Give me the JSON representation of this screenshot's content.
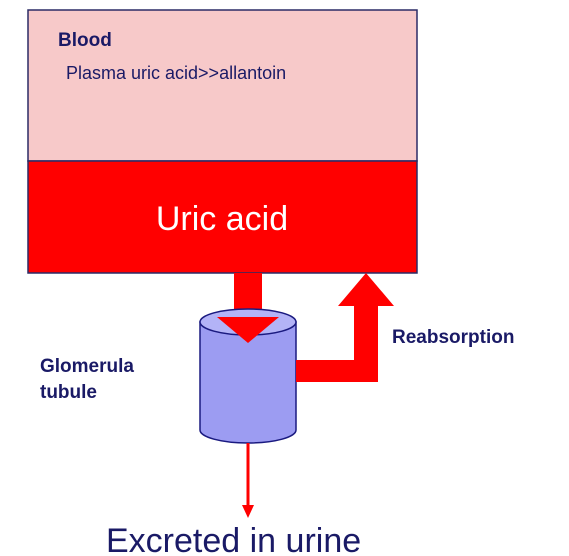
{
  "blood": {
    "title": "Blood",
    "plasma_note": "Plasma uric acid>>allantoin"
  },
  "uric_acid": {
    "label": "Uric acid"
  },
  "glomerula": {
    "line1": "Glomerula",
    "line2": "tubule"
  },
  "reabsorption": {
    "label": "Reabsorption"
  },
  "excreted": {
    "label": "Excreted in urine"
  },
  "colors": {
    "blood_bg": "#f7c9c9",
    "uric_acid_bg": "#ff0000",
    "arrow": "#ff0000",
    "cylinder_fill": "#9c9cf2",
    "cylinder_stroke": "#1a1a80",
    "label_text": "#1a1a66",
    "border": "#2b2b66"
  }
}
